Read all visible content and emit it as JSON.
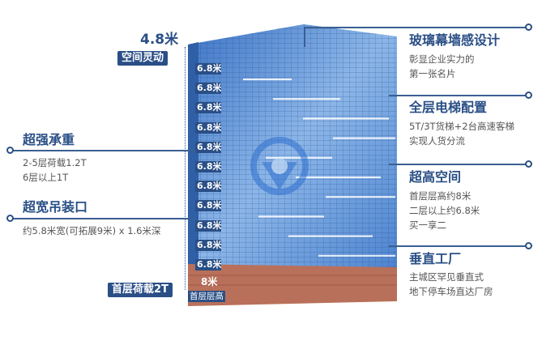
{
  "left": {
    "height_value": "4.8米",
    "height_badge": "空间灵动",
    "features": [
      {
        "title": "超强承重",
        "lines": [
          "2-5层荷载1.2T",
          "6层以上1T"
        ]
      },
      {
        "title": "超宽吊装口",
        "lines": [
          "约5.8米宽(可拓展9米) x 1.6米深"
        ]
      }
    ],
    "ground_badge": "首层荷载2T"
  },
  "building": {
    "floor_labels": [
      "6.8米",
      "6.8米",
      "6.8米",
      "6.8米",
      "6.8米",
      "6.8米",
      "6.8米",
      "6.8米",
      "6.8米",
      "6.8米",
      "6.8米"
    ],
    "ground_height": "8米",
    "ground_label": "首层层高"
  },
  "right": {
    "features": [
      {
        "title": "玻璃幕墙感设计",
        "lines": [
          "彰显企业实力的",
          "第一张名片"
        ]
      },
      {
        "title": "全层电梯配置",
        "lines": [
          "5T/3T货梯+2台高速客梯",
          "实现人货分流"
        ]
      },
      {
        "title": "超高空间",
        "lines": [
          "首层层高约8米",
          "二层以上约6.8米",
          "买一享二"
        ]
      },
      {
        "title": "垂直工厂",
        "lines": [
          "主城区罕见垂直式",
          "地下停车场直达厂房"
        ]
      }
    ]
  },
  "colors": {
    "accent": "#2a4f86",
    "glass": "#5a8fd6",
    "brick": "#b9705a"
  }
}
